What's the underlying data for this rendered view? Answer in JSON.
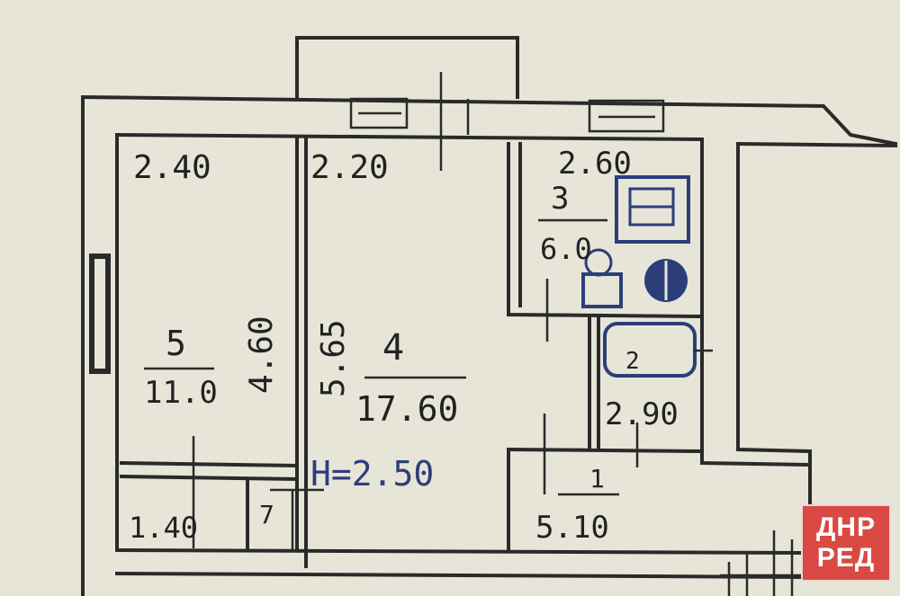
{
  "plan": {
    "rooms": [
      {
        "number": "5",
        "area": "11.0",
        "width": "2.40",
        "length": "4.60"
      },
      {
        "number": "4",
        "area": "17.60",
        "width": "2.20",
        "length": "5.65"
      },
      {
        "number": "3",
        "area": "6.0",
        "width": "2.60"
      },
      {
        "number": "2",
        "area": "2.90"
      },
      {
        "number": "1",
        "area": "5.10"
      }
    ],
    "closet_area": "1.40",
    "closet_number": "7",
    "ceiling_height": "H=2.50"
  },
  "watermark": {
    "line1": "ДНР",
    "line2": "РЕД"
  },
  "colors": {
    "paper": "#e6e5d8",
    "ink": "#2a2a2a",
    "blue_ink": "#2c3e7a",
    "watermark": "#d84a43"
  }
}
